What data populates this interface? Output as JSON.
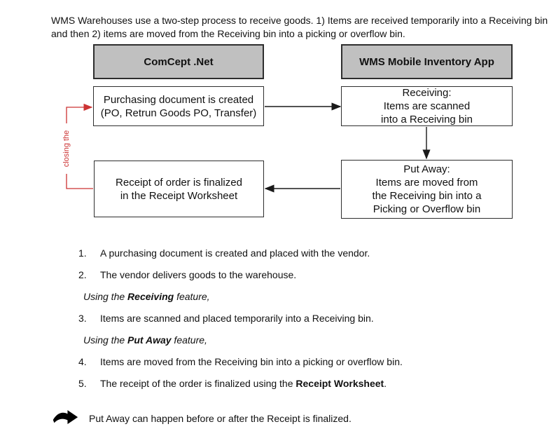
{
  "intro": "WMS Warehouses use a two-step process to receive goods. 1) Items are received temporarily into a Receiving bin and then 2) items are moved from the Receiving bin into a picking or overflow bin.",
  "diagram": {
    "columns": {
      "left_header": "ComCept .Net",
      "right_header": "WMS Mobile Inventory App"
    },
    "boxes": {
      "purchasing": {
        "lines": [
          "Purchasing document is created",
          "(PO, Retrun Goods PO, Transfer)"
        ]
      },
      "receiving": {
        "lines": [
          "Receiving:",
          "Items are scanned",
          "into a Receiving bin"
        ]
      },
      "putaway": {
        "lines": [
          "Put Away:",
          "Items are moved from",
          "the Receiving bin into a",
          "Picking or Overflow bin"
        ]
      },
      "receipt": {
        "lines": [
          "Receipt of order is finalized",
          "in the Receipt Worksheet"
        ]
      }
    },
    "red_arrow_label": "closing the",
    "colors": {
      "header_fill": "#c0c0c0",
      "box_border": "#2e2e2e",
      "arrow_black": "#1a1a1a",
      "arrow_red": "#cc3333"
    },
    "icons": {
      "footer_arrow": "thick-right-arrow-icon"
    }
  },
  "steps": {
    "s1": {
      "num": "1.",
      "text": "A purchasing document is created and placed with the vendor."
    },
    "s2": {
      "num": "2.",
      "text": "The vendor delivers goods to the warehouse."
    },
    "s3": {
      "num": "3.",
      "text": "Items are scanned and placed temporarily into a Receiving bin."
    },
    "s4": {
      "num": "4.",
      "text": "Items are moved from the Receiving bin into a picking or overflow bin."
    },
    "s5": {
      "num": "5.",
      "pre": "The receipt of the order is finalized using the ",
      "bold": "Receipt Worksheet",
      "post": "."
    }
  },
  "notes": {
    "receiving": {
      "pre": "Using the ",
      "bold": "Receiving",
      "post": " feature,"
    },
    "putaway": {
      "pre": "Using the ",
      "bold": "Put Away",
      "post": " feature,"
    }
  },
  "footer": {
    "text": "Put Away can happen before or after the Receipt is finalized."
  }
}
